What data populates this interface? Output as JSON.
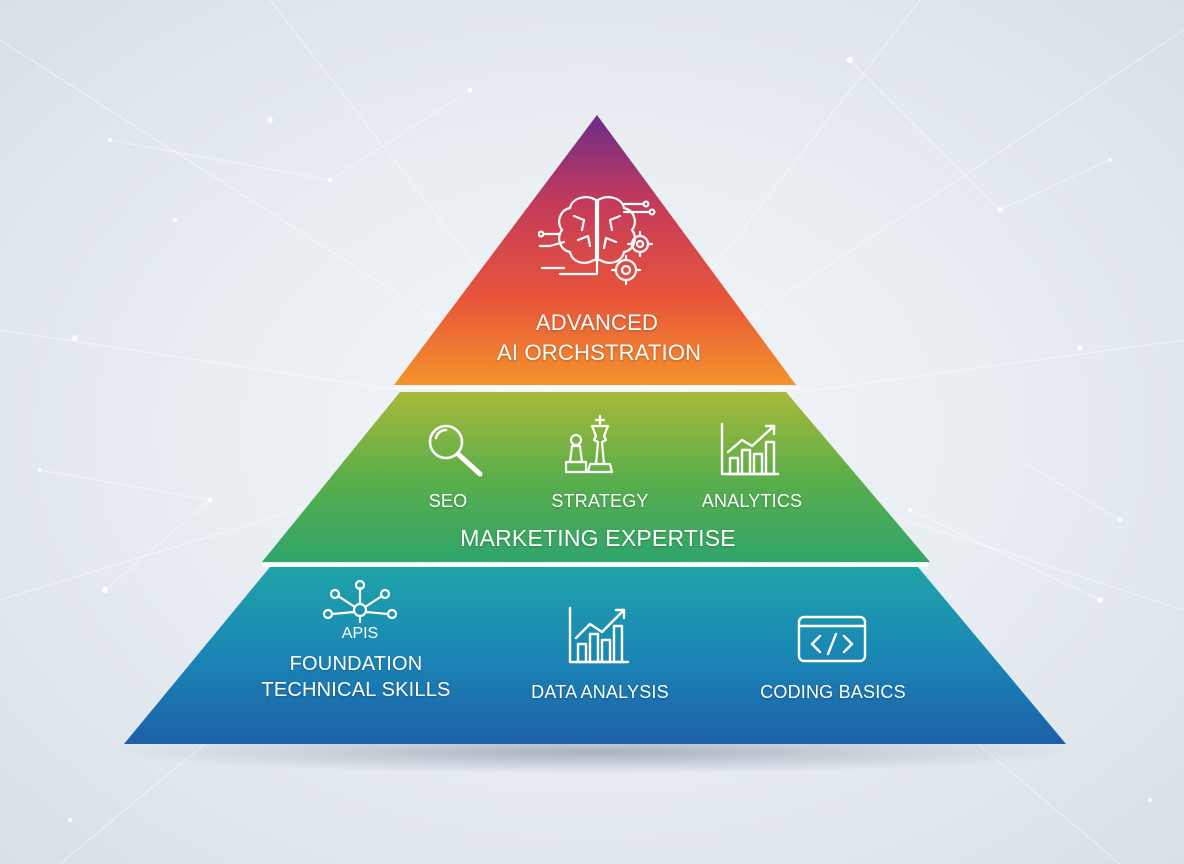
{
  "pyramid": {
    "top": {
      "title_line1": "ADVANCED",
      "title_line2": "AI ORCHSTRATION",
      "icon": "brain-circuit-gears-icon"
    },
    "middle": {
      "title": "MARKETING EXPERTISE",
      "items": [
        {
          "label": "SEO",
          "icon": "magnifier-icon"
        },
        {
          "label": "STRATEGY",
          "icon": "chess-pieces-icon"
        },
        {
          "label": "ANALYTICS",
          "icon": "bar-chart-trend-icon"
        }
      ]
    },
    "bottom": {
      "title_line1": "FOUNDATION",
      "title_line2": "TECHNICAL SKILLS",
      "api_icon_text": "APIS",
      "items": [
        {
          "label": "DATA ANALYSIS",
          "icon": "growth-chart-icon"
        },
        {
          "label": "CODING BASICS",
          "icon": "code-window-icon"
        }
      ]
    }
  },
  "colors": {
    "top_gradient": [
      "#6a2c8a",
      "#c43a5a",
      "#e8553a",
      "#f3932b"
    ],
    "middle_gradient": [
      "#a8b93a",
      "#5cae4a",
      "#2fa56a"
    ],
    "bottom_gradient": [
      "#1fa3a8",
      "#1a86b5",
      "#1d5fa8"
    ],
    "background": "#e6ecf1"
  }
}
